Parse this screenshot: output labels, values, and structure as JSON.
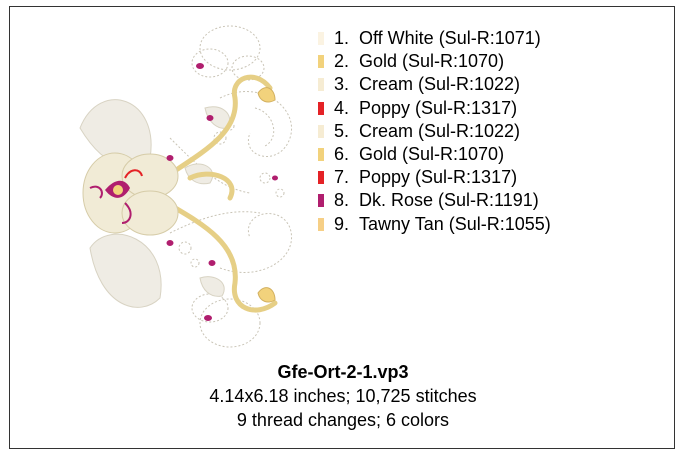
{
  "design": {
    "file_name": "Gfe-Ort-2-1.vp3",
    "dimensions_stitches": "4.14x6.18 inches; 10,725 stitches",
    "changes_colors": "9 thread changes; 6 colors",
    "preview_icon": "embroidery-design-preview"
  },
  "threads": [
    {
      "num": "1.",
      "name": "Off White (Sul-R:1071)",
      "color": "#fbf3e2"
    },
    {
      "num": "2.",
      "name": "Gold (Sul-R:1070)",
      "color": "#f2d27c"
    },
    {
      "num": "3.",
      "name": "Cream (Sul-R:1022)",
      "color": "#f6ecd3"
    },
    {
      "num": "4.",
      "name": "Poppy (Sul-R:1317)",
      "color": "#e42226"
    },
    {
      "num": "5.",
      "name": "Cream (Sul-R:1022)",
      "color": "#f6ecd3"
    },
    {
      "num": "6.",
      "name": "Gold (Sul-R:1070)",
      "color": "#f2d27c"
    },
    {
      "num": "7.",
      "name": "Poppy (Sul-R:1317)",
      "color": "#e42226"
    },
    {
      "num": "8.",
      "name": "Dk. Rose (Sul-R:1191)",
      "color": "#b01e6e"
    },
    {
      "num": "9.",
      "name": "Tawny Tan (Sul-R:1055)",
      "color": "#f6cf86"
    }
  ]
}
